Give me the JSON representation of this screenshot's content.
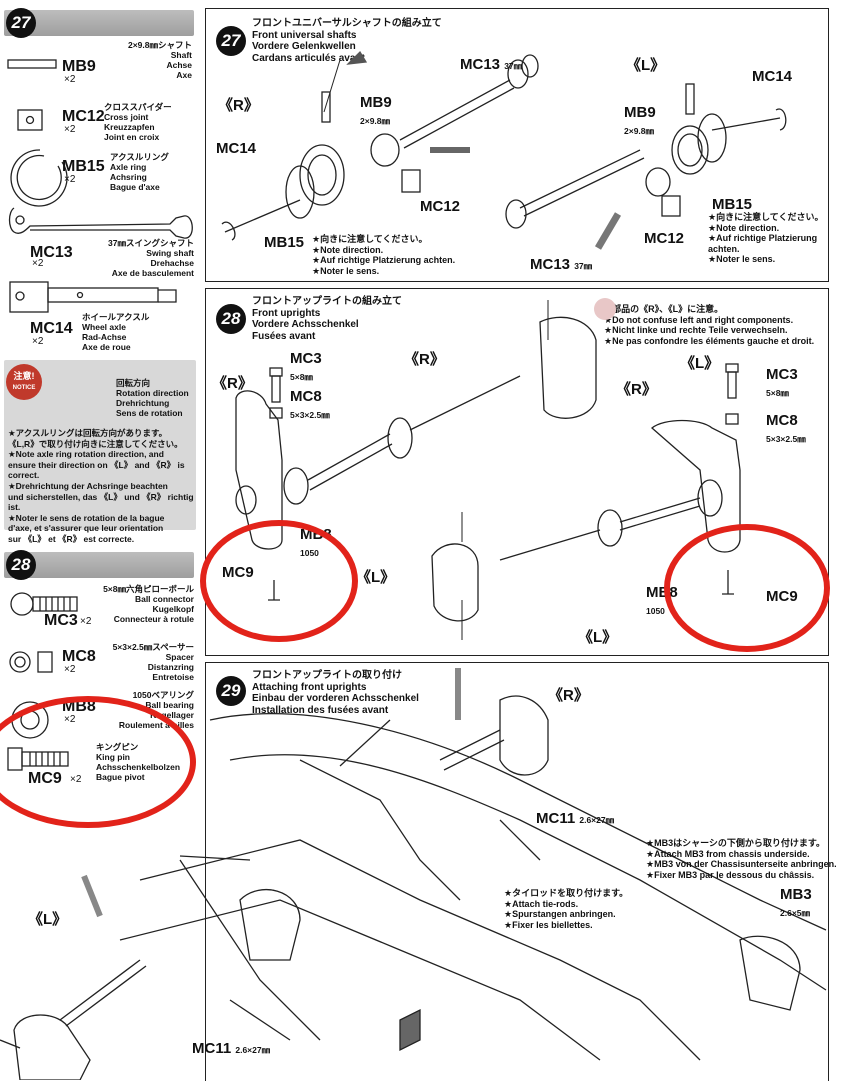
{
  "sidebar": {
    "step27": {
      "number": "27"
    },
    "parts27": [
      {
        "code": "MB9",
        "qty": "×2",
        "desc": "2×9.8㎜シャフト\nShaft\nAchse\nAxe"
      },
      {
        "code": "MC12",
        "qty": "×2",
        "desc": "クロススパイダー\nCross joint\nKreuzzapfen\nJoint en croix"
      },
      {
        "code": "MB15",
        "qty": "×2",
        "desc": "アクスルリング\nAxle ring\nAchsring\nBague d'axe"
      },
      {
        "code": "MC13",
        "qty": "×2",
        "desc": "37㎜スイングシャフト\nSwing shaft\nDrehachse\nAxe de basculement"
      },
      {
        "code": "MC14",
        "qty": "×2",
        "desc": "ホイールアクスル\nWheel axle\nRad-Achse\nAxe de roue"
      }
    ],
    "notice": {
      "badge_line1": "注意!",
      "badge_line2": "NOTICE",
      "rotation_label": "回転方向\nRotation direction\nDrehrichtung\nSens de rotation",
      "lines": [
        "★アクスルリングは回転方向があります。",
        "《L,R》で取り付け向きに注意してください。",
        "★Note axle ring rotation direction, and",
        "ensure their direction on 《L》 and 《R》 is",
        "correct.",
        "★Drehrichtung der Achsringe beachten",
        "und sicherstellen, das 《L》 und 《R》 richtig ist.",
        "★Noter le sens de rotation de la bague",
        "d'axe, et s'assurer que leur orientation",
        "sur 《L》 et 《R》 est correcte."
      ]
    },
    "step28": {
      "number": "28"
    },
    "parts28": [
      {
        "code": "MC3",
        "qty": "×2",
        "desc": "5×8㎜六角ピローボール\nBall connector\nKugelkopf\nConnecteur à rotule"
      },
      {
        "code": "MC8",
        "qty": "×2",
        "desc": "5×3×2.5㎜スペーサー\nSpacer\nDistanzring\nEntretoise"
      },
      {
        "code": "MB8",
        "qty": "×2",
        "desc": "1050ベアリング\nBall bearing\nKugellager\nRoulement à billes"
      },
      {
        "code": "MC9",
        "qty": "×2",
        "desc": "キングピン\nKing pin\nAchsschenkelbolzen\nBague pivot"
      }
    ]
  },
  "step27": {
    "number": "27",
    "title_jp": "フロントユニバーサルシャフトの組み立て",
    "title_en": "Front universal shafts",
    "title_de": "Vordere Gelenkwellen",
    "title_fr": "Cardans articulés avant",
    "side_r": "《R》",
    "side_l": "《L》",
    "labels": {
      "mc13": "MC13",
      "mc13_size": "37㎜",
      "mb9": "MB9",
      "mb9_size": "2×9.8㎜",
      "mc14": "MC14",
      "mc12": "MC12",
      "mb15": "MB15"
    },
    "note_lines": [
      "★向きに注意してください。",
      "★Note direction.",
      "★Auf richtige Platzierung achten.",
      "★Noter le sens."
    ],
    "note_lines_right": [
      "★向きに注意してください。",
      "★Note direction.",
      "★Auf richtige Platzierung",
      "achten.",
      "★Noter le sens."
    ]
  },
  "step28": {
    "number": "28",
    "title_jp": "フロントアップライトの組み立て",
    "title_en": "Front uprights",
    "title_de": "Vordere Achsschenkel",
    "title_fr": "Fusées avant",
    "side_r": "《R》",
    "side_l": "《L》",
    "caution_lines": [
      "★部品の《R》、《L》に注意。",
      "★Do not confuse left and right components.",
      "★Nicht linke und rechte Teile verwechseln.",
      "★Ne pas confondre les éléments gauche et droit."
    ],
    "labels": {
      "mc3": "MC3",
      "mc3_size": "5×8㎜",
      "mc8": "MC8",
      "mc8_size": "5×3×2.5㎜",
      "mb8": "MB8",
      "mb8_size": "1050",
      "mc9": "MC9"
    }
  },
  "step29": {
    "number": "29",
    "title_jp": "フロントアップライトの取り付け",
    "title_en": "Attaching front uprights",
    "title_de": "Einbau der vorderen Achsschenkel",
    "title_fr": "Installation des fusées avant",
    "side_r": "《R》",
    "side_l": "《L》",
    "labels": {
      "mc11": "MC11",
      "mc11_size": "2.6×27㎜",
      "mb3": "MB3",
      "mb3_size": "2.6×5㎜"
    },
    "note_mb3": [
      "★MB3はシャーシの下側から取り付けます。",
      "★Attach MB3 from chassis underside.",
      "★MB3 von der Chassisunterseite anbringen.",
      "★Fixer MB3 par le dessous du châssis."
    ],
    "note_tierod": [
      "★タイロッドを取り付けます。",
      "★Attach tie-rods.",
      "★Spurstangen anbringen.",
      "★Fixer les biellettes."
    ]
  },
  "colors": {
    "highlight_circle": "#e2231a",
    "sidebar_header": "#a8a8a8",
    "notice_bg": "#d8d8d8",
    "ink": "#111111"
  }
}
